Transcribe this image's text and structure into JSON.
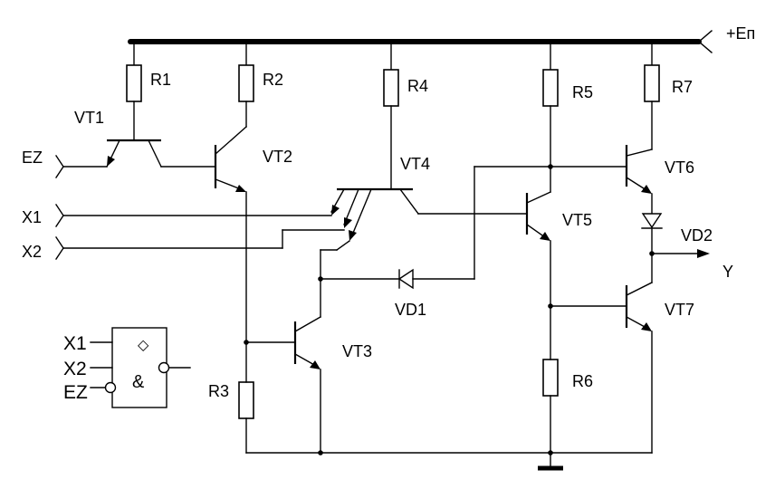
{
  "supply": {
    "label": "+Eп"
  },
  "output": {
    "label": "Y"
  },
  "inputs": {
    "ez": "EZ",
    "x1": "X1",
    "x2": "X2"
  },
  "resistors": {
    "r1": "R1",
    "r2": "R2",
    "r3": "R3",
    "r4": "R4",
    "r5": "R5",
    "r6": "R6",
    "r7": "R7"
  },
  "transistors": {
    "vt1": "VT1",
    "vt2": "VT2",
    "vt3": "VT3",
    "vt4": "VT4",
    "vt5": "VT5",
    "vt6": "VT6",
    "vt7": "VT7"
  },
  "diodes": {
    "vd1": "VD1",
    "vd2": "VD2"
  },
  "gate_symbol": {
    "inputs": [
      "X1",
      "X2",
      "EZ"
    ],
    "function": "&",
    "output_type": "◇"
  }
}
